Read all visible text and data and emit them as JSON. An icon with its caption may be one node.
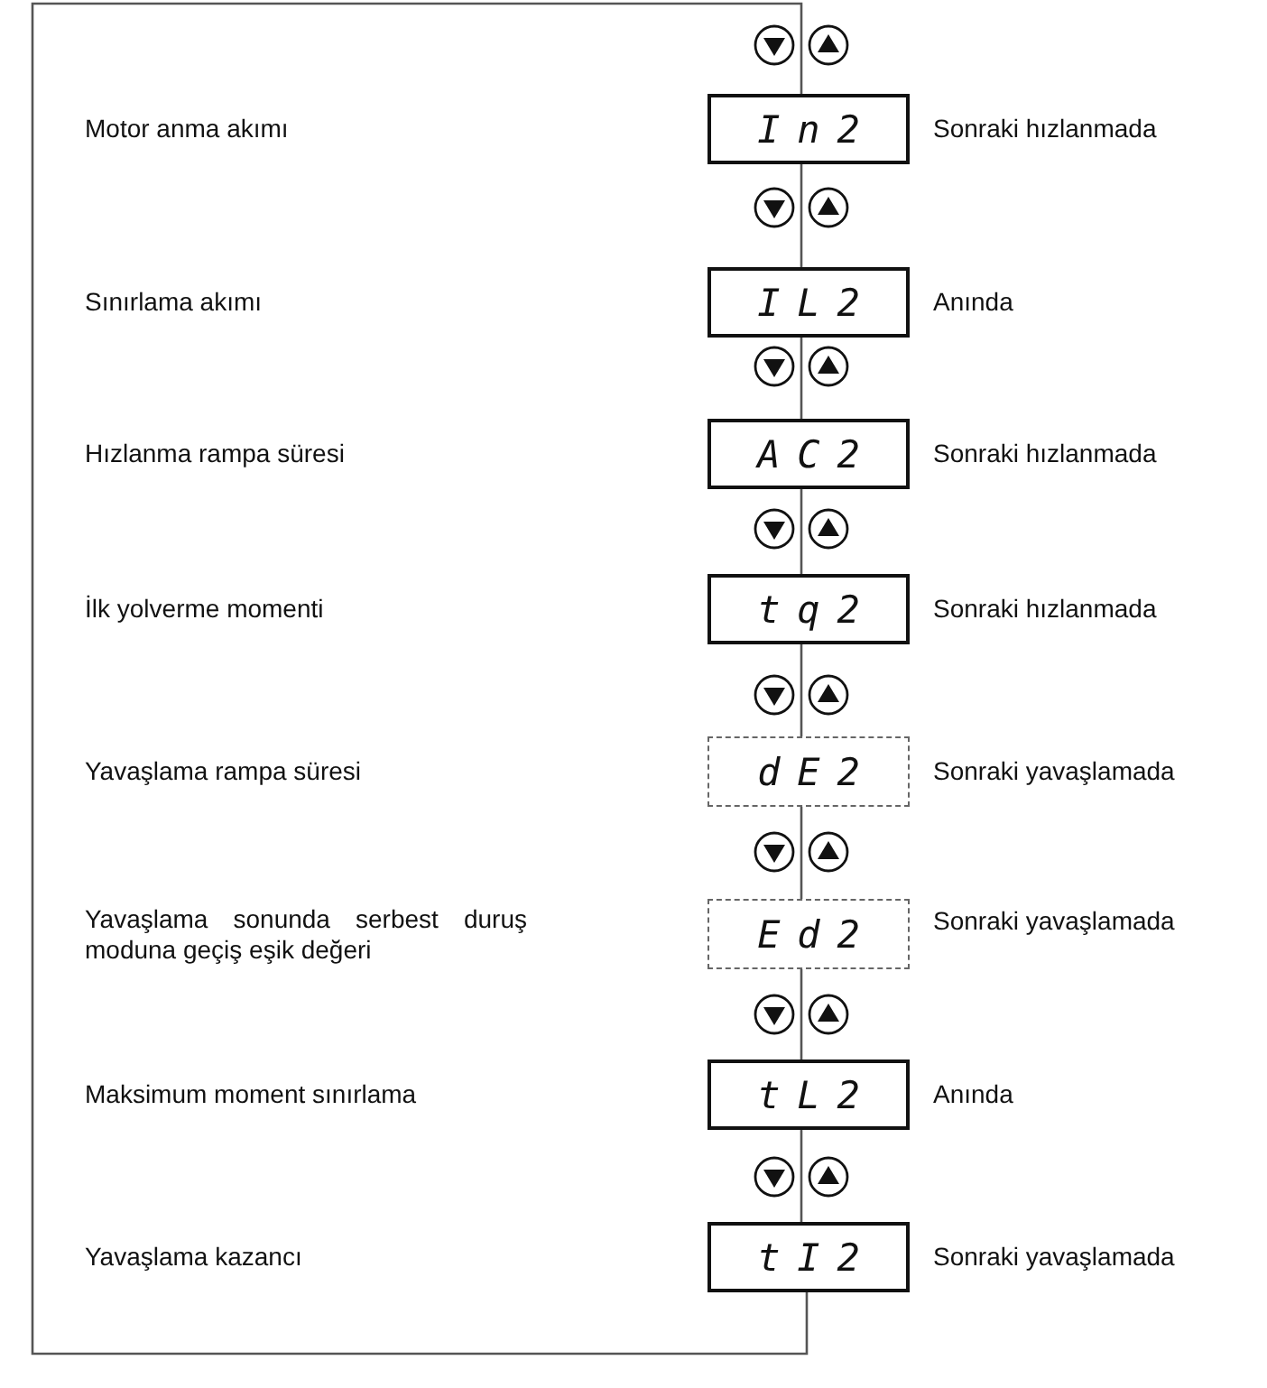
{
  "diagram": {
    "nodes": [
      {
        "text": [
          "In2"
        ],
        "beside": [
          "Sonraki hızlanmada"
        ]
      },
      {
        "text": [
          "IL2"
        ],
        "beside": [
          "Anında"
        ]
      },
      {
        "text": [
          "AC2"
        ],
        "beside": [
          "Sonraki hızlanmada"
        ]
      },
      {
        "text": [
          "tq2"
        ],
        "beside": [
          "Sonraki hızlanmada"
        ]
      },
      {
        "text": [
          "dE2"
        ],
        "beside": [
          "Sonraki yavaşlamada"
        ]
      },
      {
        "text": [
          "Ed2"
        ],
        "beside": [
          "Sonraki yavaşlamada"
        ]
      },
      {
        "text": [
          "tL2"
        ],
        "beside": [
          "Anında"
        ]
      },
      {
        "text": [
          "tI2"
        ],
        "beside": [
          "Sonraki yavaşlamada"
        ]
      }
    ],
    "edges": [
      {
        "from": 0,
        "to": 1,
        "arrow": "none"
      },
      {
        "from": 1,
        "to": 2,
        "arrow": "none"
      },
      {
        "from": 2,
        "to": 3,
        "arrow": "none"
      },
      {
        "from": 3,
        "to": 4,
        "arrow": "none"
      },
      {
        "from": 4,
        "to": 5,
        "arrow": "none"
      },
      {
        "from": 5,
        "to": 6,
        "arrow": "none"
      },
      {
        "from": 6,
        "to": 7,
        "arrow": "none"
      },
      {
        "from": 7,
        "to": 0,
        "arrow": "none"
      }
    ],
    "labels": [
      "Motor anma akımı",
      "Sınırlama akımı",
      "Hızlanma rampa süresi",
      "İlk yolverme momenti",
      "Yavaşlama rampa süresi",
      "Yavaşlama sonunda serbest duruş moduna geçiş eşik değeri",
      "Maksimum moment sınırlama",
      "Yavaşlama kazancı"
    ]
  }
}
